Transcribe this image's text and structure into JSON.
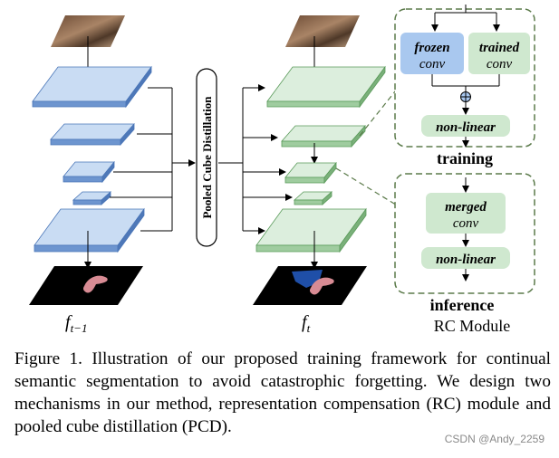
{
  "figure": {
    "center_label": "Pooled Cube Distillation",
    "left_label": {
      "base": "f",
      "subscript": "t−1"
    },
    "right_label": {
      "base": "f",
      "subscript": "t"
    },
    "rc_module": {
      "frozen_conv": [
        "frozen",
        "conv"
      ],
      "trained_conv": [
        "trained",
        "conv"
      ],
      "merged_conv": [
        "merged",
        "conv"
      ],
      "non_linear": "non-linear",
      "training_label": "training",
      "inference_label": "inference",
      "module_title": "RC Module"
    },
    "colors": {
      "old_layer": "#c9dcf3",
      "new_layer": "#dceedd",
      "frozen_box": "#a9c8ef",
      "trained_box": "#cfe8cf",
      "dash_border": "#5b7a4a"
    }
  },
  "caption": "Figure 1. Illustration of our proposed training framework for continual semantic segmentation to avoid catastrophic forgetting. We design two mechanisms in our method, representation compensation (RC) module and pooled cube distillation (PCD).",
  "watermark": "CSDN @Andy_2259"
}
